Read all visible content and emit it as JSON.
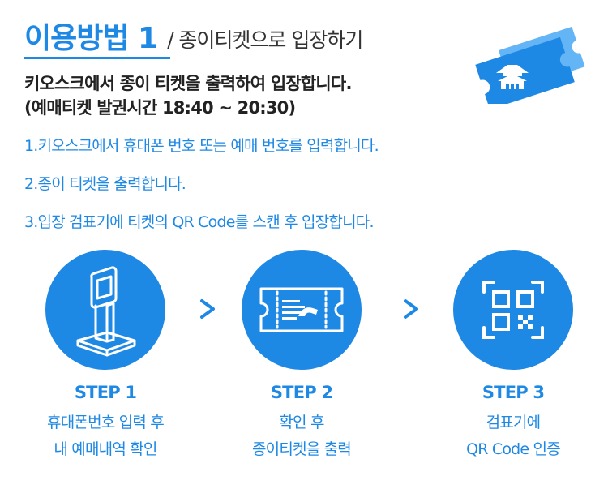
{
  "header": {
    "title": "이용방법 1",
    "subtitle": "/ 종이티켓으로 입장하기"
  },
  "intro": {
    "line1": "키오스크에서  종이 티켓을 출력하여 입장합니다.",
    "line2": "(예매티켓 발권시간 18:40 ~ 20:30)"
  },
  "instructions": [
    "1.키오스크에서  휴대폰 번호 또는 예매 번호를 입력합니다.",
    "2.종이 티켓을 출력합니다.",
    "3.입장 검표기에  티켓의 QR Code를 스캔 후  입장합니다."
  ],
  "steps": [
    {
      "title": "STEP 1",
      "desc1": "휴대폰번호 입력 후",
      "desc2": "내 예매내역 확인",
      "icon": "kiosk-icon"
    },
    {
      "title": "STEP 2",
      "desc1": "확인 후",
      "desc2": "종이티켓을 출력",
      "icon": "ticket-print-icon"
    },
    {
      "title": "STEP 3",
      "desc1": "검표기에",
      "desc2": "QR Code 인증",
      "icon": "qr-code-icon"
    }
  ],
  "arrows": [
    ">",
    ">"
  ],
  "colors": {
    "accent": "#1e88e5",
    "text": "#2a2a2a",
    "badge_light": "#64b5f6"
  }
}
